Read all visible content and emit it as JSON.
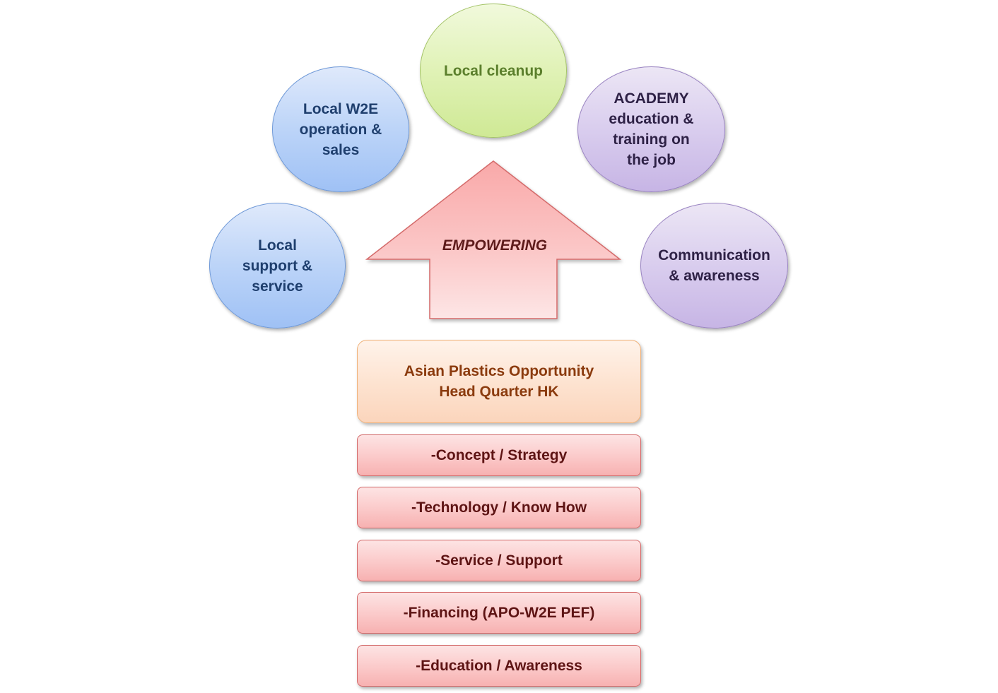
{
  "circles": {
    "local_cleanup": "Local cleanup",
    "local_w2e": "Local W2E\noperation &\nsales",
    "academy": "ACADEMY\neducation &\ntraining on\nthe job",
    "local_support": "Local\nsupport &\nservice",
    "communication": "Communication\n&  awareness"
  },
  "arrow": {
    "label": "EMPOWERING"
  },
  "hq": {
    "label": "Asian Plastics Opportunity\nHead Quarter HK"
  },
  "pillars": [
    "-Concept / Strategy",
    "-Technology / Know How",
    "-Service / Support",
    "-Financing (APO-W2E PEF)",
    "-Education / Awareness"
  ],
  "colors": {
    "blue_circle": "#bcd4f8",
    "green_circle": "#e0f2b6",
    "purple_circle": "#d9cdee",
    "arrow_fill": "#fbc3c3",
    "hq_fill": "#fde2cf",
    "pillar_fill": "#fbc9c9"
  }
}
